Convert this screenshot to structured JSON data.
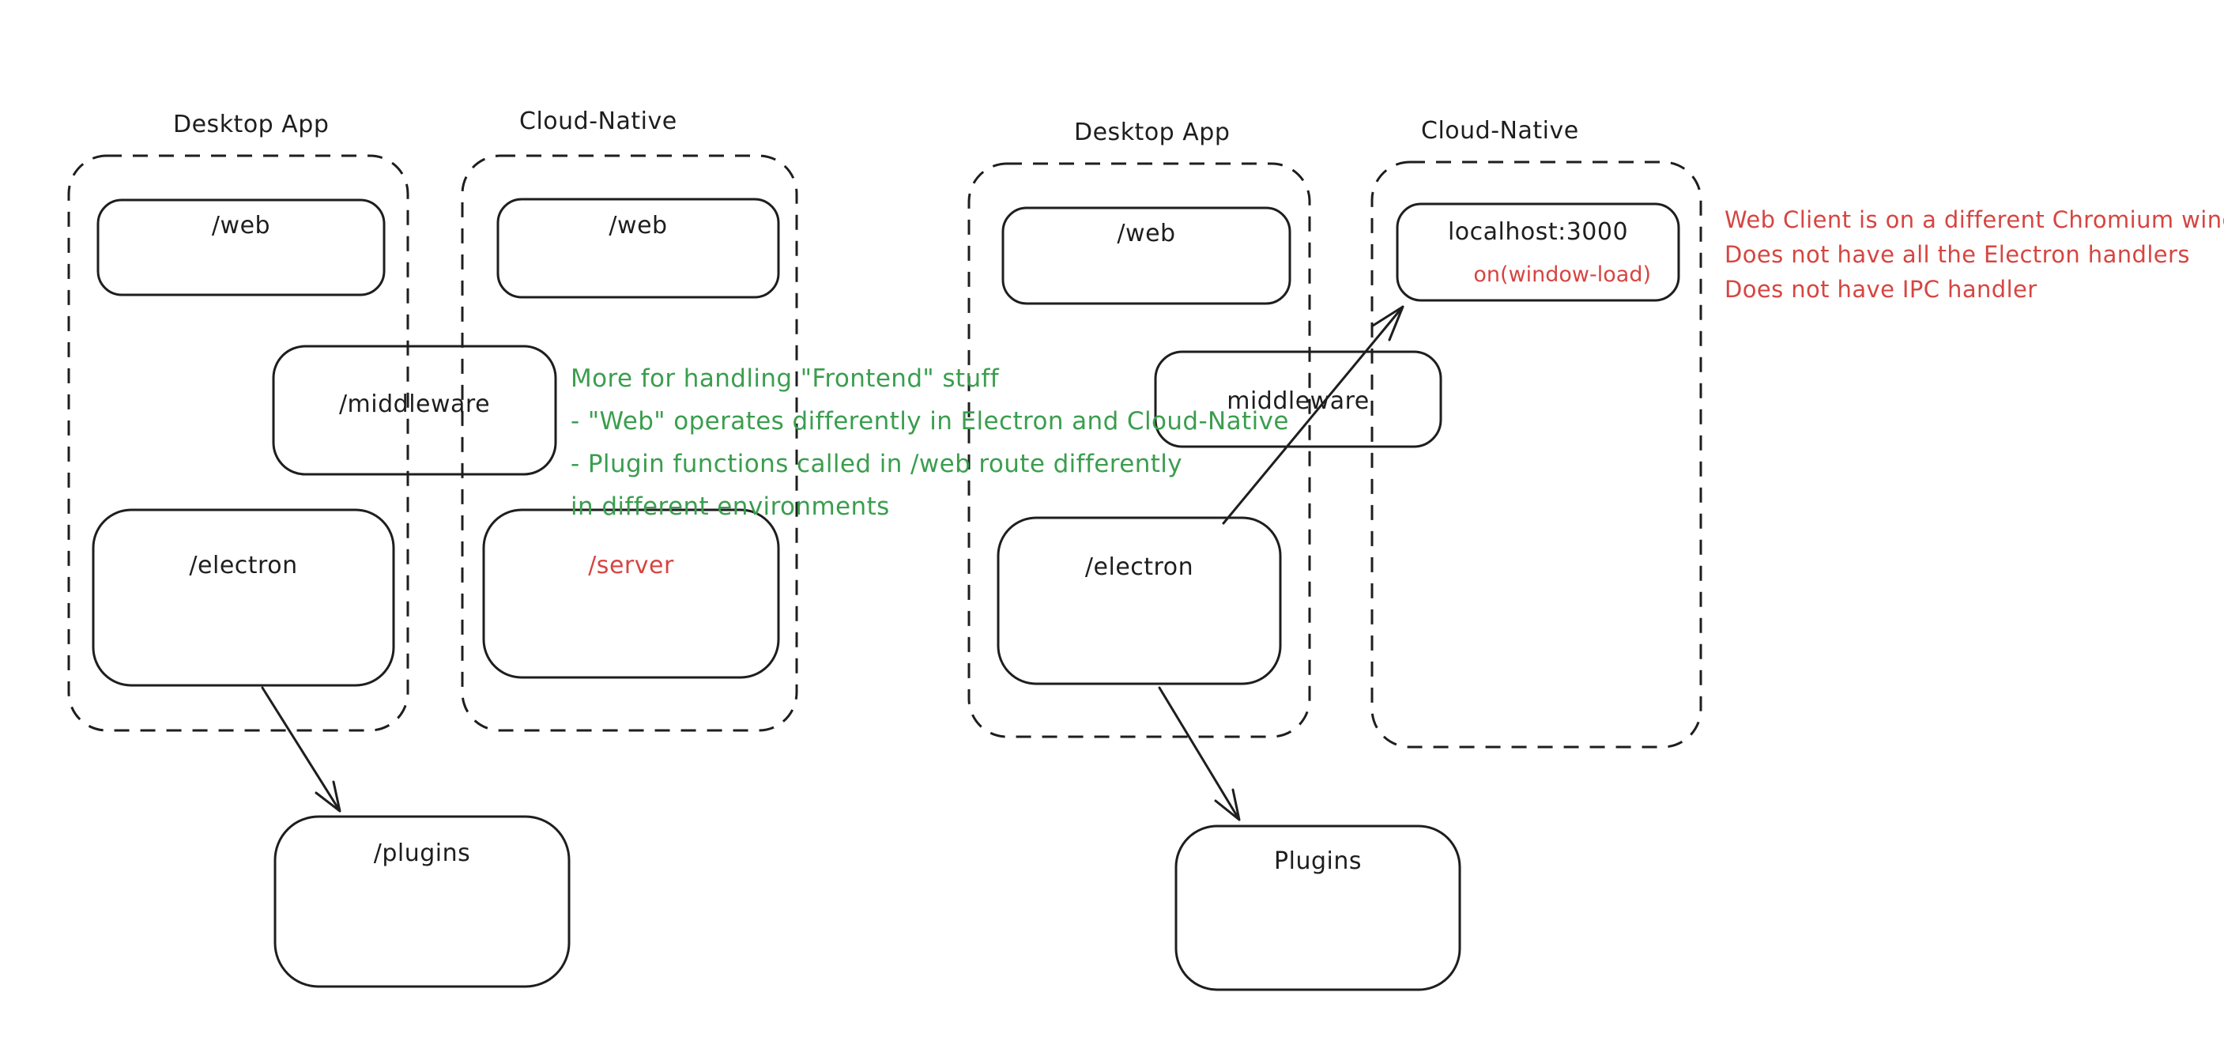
{
  "colors": {
    "ink": "#1e1e1e",
    "green": "#3a9e4e",
    "red": "#d64541",
    "background": "#ffffff"
  },
  "left": {
    "desktop_label": "Desktop App",
    "cloud_label": "Cloud-Native",
    "web_desktop_label": "/web",
    "web_cloud_label": "/web",
    "middleware_label": "/middleware",
    "electron_label": "/electron",
    "server_label": "/server",
    "plugins_label": "/plugins",
    "green_note_lines": [
      "More for handling \"Frontend\" stuff",
      "- \"Web\" operates differently in Electron and Cloud-Native",
      "- Plugin functions called in /web route differently",
      "in different environments"
    ]
  },
  "right": {
    "desktop_label": "Desktop App",
    "cloud_label": "Cloud-Native",
    "web_label": "/web",
    "localhost_label": "localhost:3000",
    "window_load_label": "on(window-load)",
    "middleware_label": "middleware",
    "electron_label": "/electron",
    "plugins_label": "Plugins",
    "red_note_lines": [
      "Web Client is on a different Chromium window",
      "Does not have all the Electron handlers",
      "Does not have IPC handler"
    ]
  }
}
